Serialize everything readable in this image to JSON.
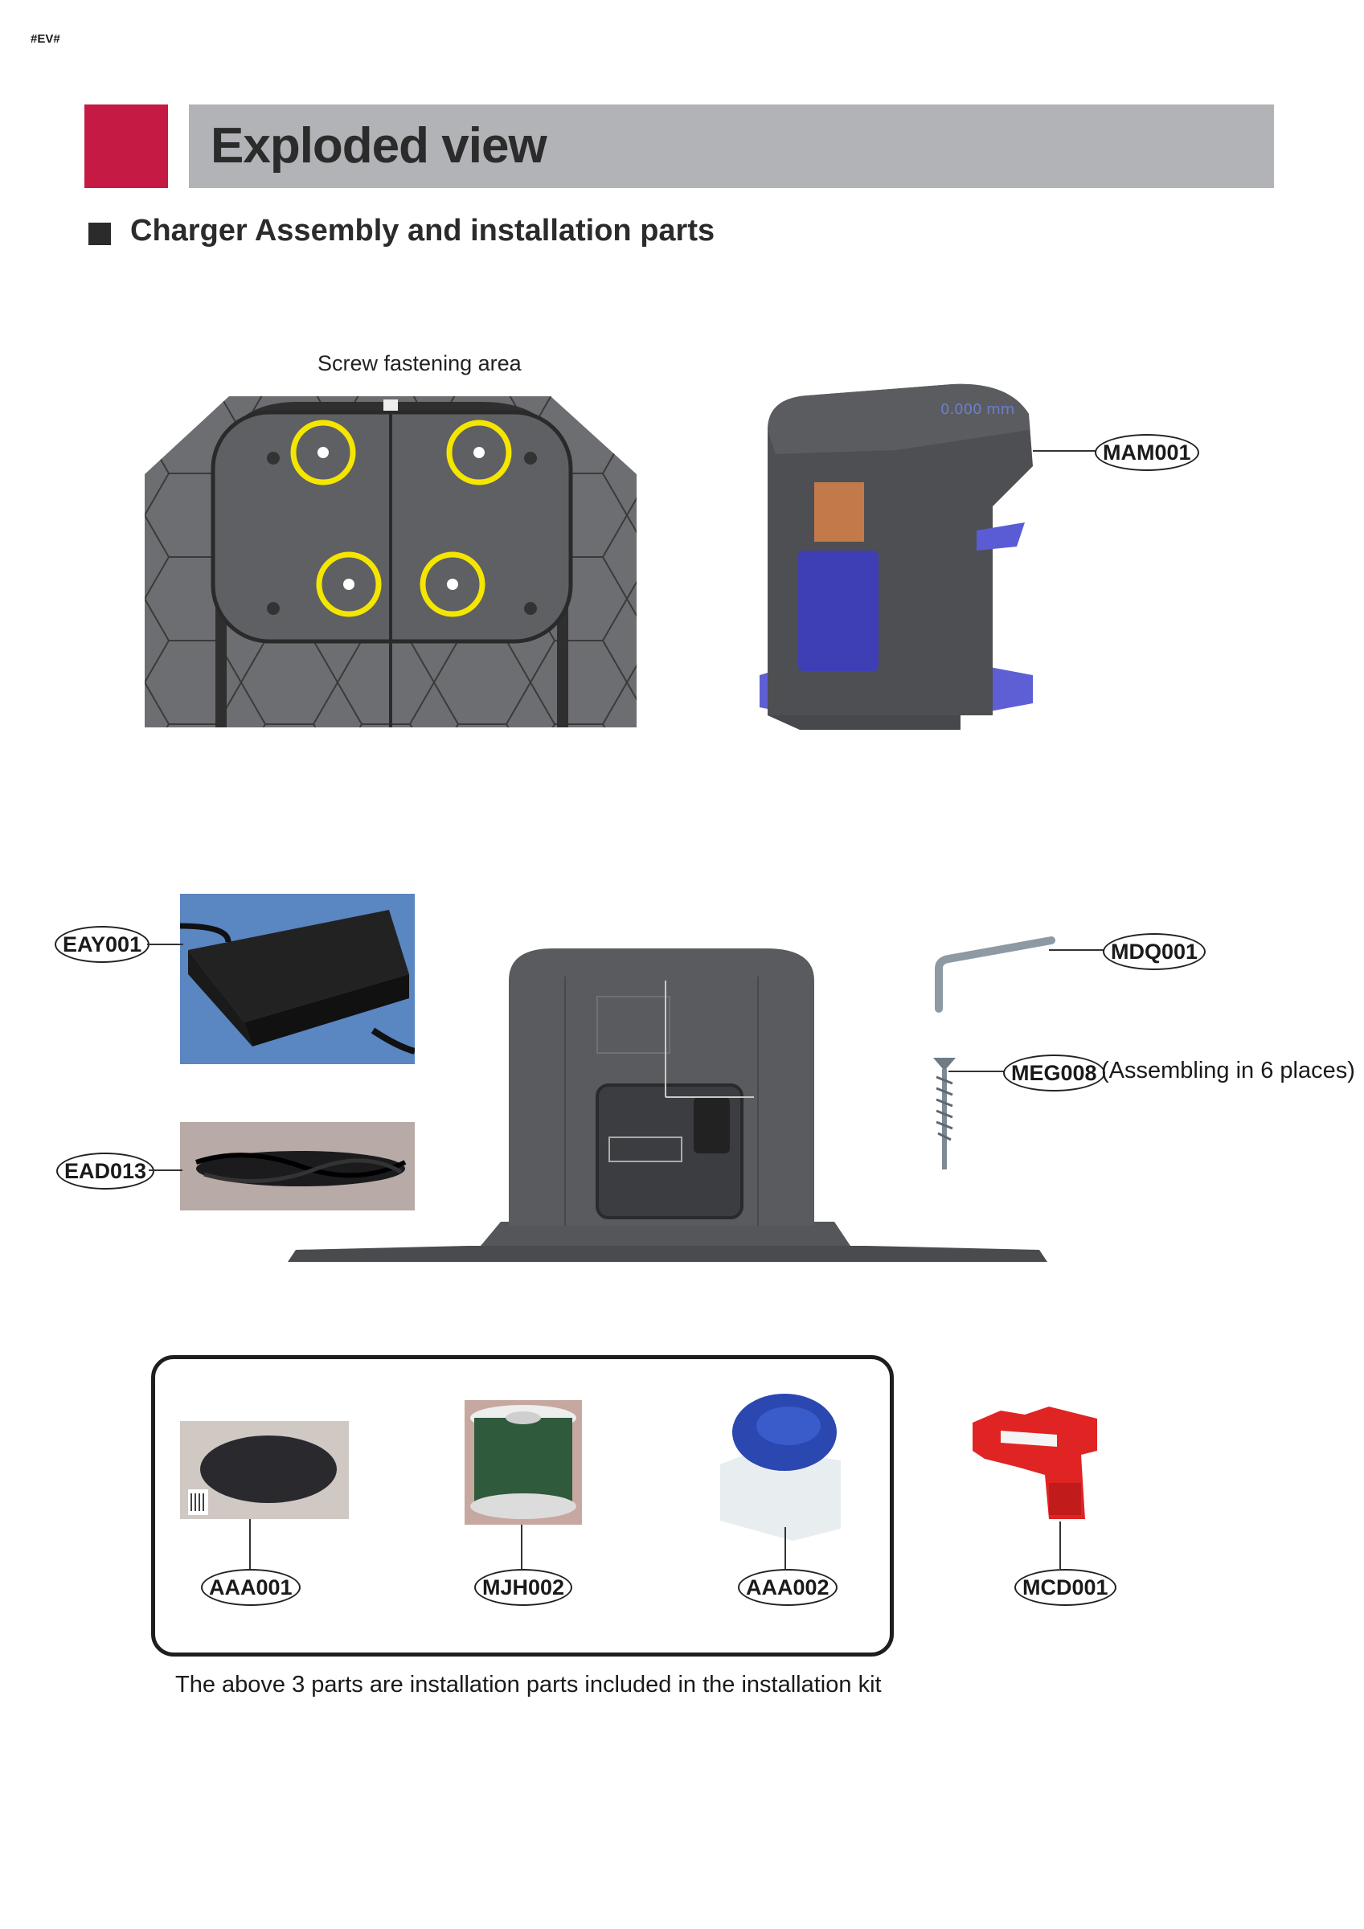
{
  "page_tag": "#EV#",
  "header": {
    "title": "Exploded view"
  },
  "section": {
    "title": "Charger Assembly and installation parts"
  },
  "figure_top": {
    "screw_label": "Screw fastening area",
    "dimension_note": "0.000 mm"
  },
  "parts": {
    "mam001": "MAM001",
    "eay001": "EAY001",
    "ead013": "EAD013",
    "mdq001": "MDQ001",
    "meg008": "MEG008",
    "meg008_note": "(Assembling in 6 places)",
    "aaa001": "AAA001",
    "mjh002": "MJH002",
    "aaa002": "AAA002",
    "mcd001": "MCD001"
  },
  "kit_note": "The above 3 parts are installation parts included in the installation kit",
  "colors": {
    "accent_red": "#c51a43",
    "title_bar_gray": "#b2b3b6",
    "highlight_yellow": "#f5e600"
  }
}
